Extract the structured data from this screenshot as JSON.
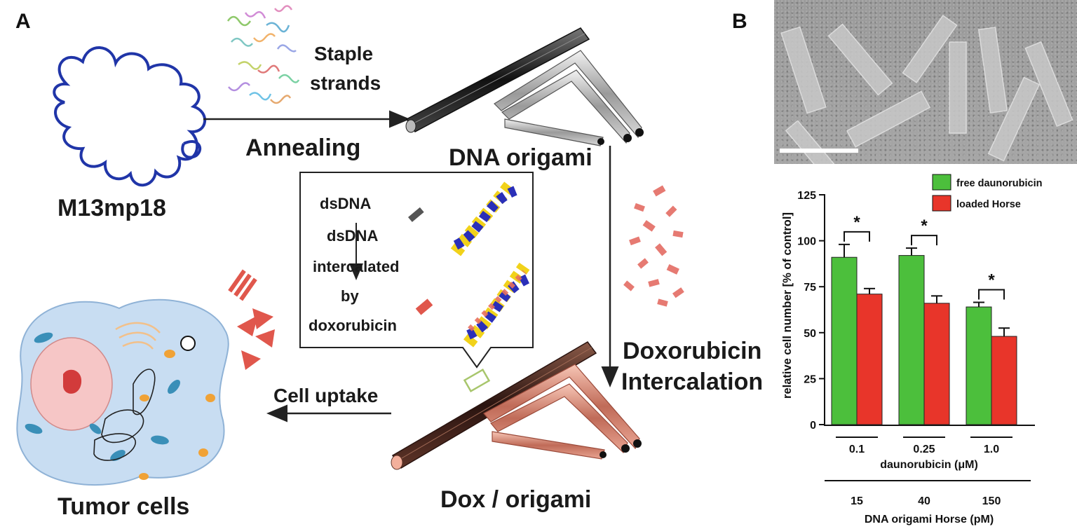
{
  "panel_a": {
    "letter": "A",
    "labels": {
      "m13": "M13mp18",
      "staple_1": "Staple",
      "staple_2": "strands",
      "annealing": "Annealing",
      "dna_origami": "DNA origami",
      "dox_1": "Doxorubicin",
      "dox_2": "Intercalation",
      "dox_origami": "Dox / origami",
      "cell_uptake": "Cell uptake",
      "tumor": "Tumor cells"
    },
    "inset": {
      "dsdna": "dsDNA",
      "line2": "dsDNA",
      "line3": "intercalated",
      "line4": "by",
      "line5": "doxorubicin"
    }
  },
  "panel_b": {
    "letter": "B",
    "legend": [
      "free daunorubicin",
      "loaded Horse"
    ],
    "colors": {
      "free": "#4cbf3c",
      "loaded": "#e8352a"
    },
    "sig": "*",
    "x_axis_1_label": "daunorubicin (μM)",
    "x_axis_2_label": "DNA origami Horse (pM)"
  },
  "chart_data": {
    "type": "bar",
    "categories": [
      "0.1",
      "0.25",
      "1.0"
    ],
    "categories_secondary": [
      "15",
      "40",
      "150"
    ],
    "series": [
      {
        "name": "free daunorubicin",
        "values": [
          91,
          92,
          64
        ],
        "errors": [
          7,
          4,
          2.5
        ]
      },
      {
        "name": "loaded Horse",
        "values": [
          71,
          66,
          48
        ],
        "errors": [
          3,
          4,
          4.5
        ]
      }
    ],
    "ylabel": "relative cell number [% of control]",
    "xlabel": "daunorubicin (μM)",
    "xlabel_secondary": "DNA origami Horse (pM)",
    "ylim": [
      0,
      125
    ],
    "yticks": [
      0,
      25,
      50,
      75,
      100,
      125
    ],
    "significance": [
      "*",
      "*",
      "*"
    ],
    "legend": "top-right",
    "grid": false
  }
}
